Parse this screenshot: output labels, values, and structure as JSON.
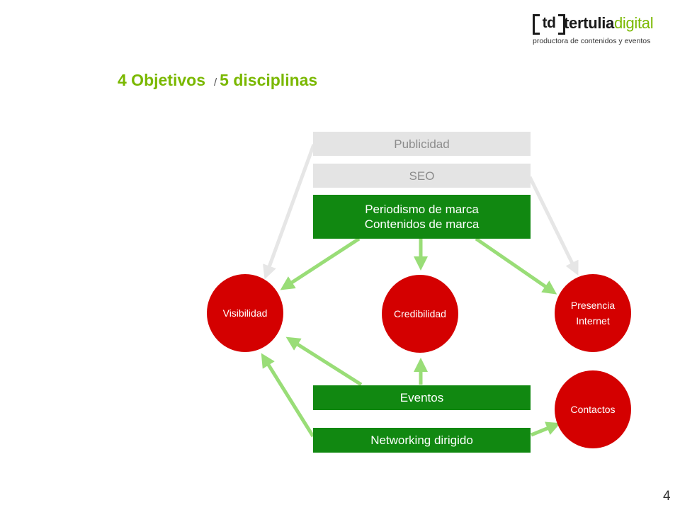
{
  "logo": {
    "mark": "td",
    "name_part1": "tertulia",
    "name_part2": "digital",
    "tagline": "productora de contenidos y eventos"
  },
  "title": {
    "part1": "4 Objetivos",
    "separator": "/",
    "part2": "5 disciplinas"
  },
  "disciplines": {
    "publicidad": "Publicidad",
    "seo": "SEO",
    "periodismo_line1": "Periodismo de marca",
    "periodismo_line2": "Contenidos de marca",
    "eventos": "Eventos",
    "networking": "Networking dirigido"
  },
  "objectives": {
    "visibilidad": "Visibilidad",
    "credibilidad": "Credibilidad",
    "presencia_line1": "Presencia",
    "presencia_line2": "Internet",
    "contactos": "Contactos"
  },
  "page_number": "4",
  "colors": {
    "brand_green": "#7ab800",
    "box_green": "#118811",
    "box_gray": "#e4e4e4",
    "circle_red": "#d40000",
    "arrow_green": "#99dd77",
    "arrow_gray": "#e6e6e6"
  }
}
